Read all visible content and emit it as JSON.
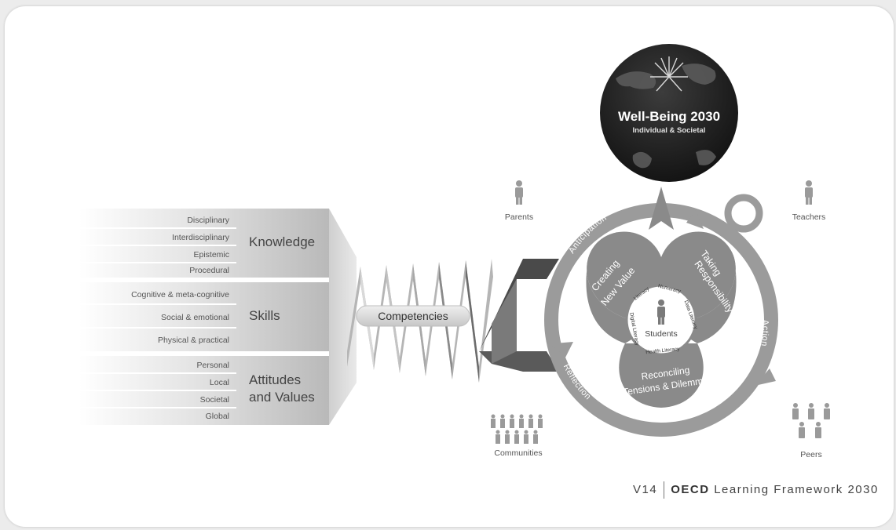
{
  "globe": {
    "title": "Well-Being 2030",
    "subtitle": "Individual & Societal"
  },
  "knowledge": {
    "label": "Knowledge",
    "items": [
      "Disciplinary",
      "Interdisciplinary",
      "Epistemic",
      "Procedural"
    ]
  },
  "skills": {
    "label": "Skills",
    "items": [
      "Cognitive & meta-cognitive",
      "Social & emotional",
      "Physical & practical"
    ]
  },
  "attitudes": {
    "label1": "Attitudes",
    "label2": "and Values",
    "items": [
      "Personal",
      "Local",
      "Societal",
      "Global"
    ]
  },
  "competencies": "Competencies",
  "cycle": {
    "anticipation": "Anticipation",
    "action": "Action",
    "reflection": "Reflection"
  },
  "petals": {
    "creating": [
      "Creating",
      "New Value"
    ],
    "taking": [
      "Taking",
      "Responsibility"
    ],
    "reconciling": [
      "Reconciling",
      "Tensions & Dilemmas"
    ]
  },
  "core": {
    "center": "Students",
    "literacies": [
      "Literacy",
      "Numeracy",
      "Data Literacy",
      "Health Literacy",
      "Digital Literacy"
    ]
  },
  "people": {
    "parents": "Parents",
    "teachers": "Teachers",
    "communities": "Communities",
    "peers": "Peers"
  },
  "footer": {
    "version": "V14",
    "org": "OECD",
    "title": "Learning Framework 2030"
  }
}
